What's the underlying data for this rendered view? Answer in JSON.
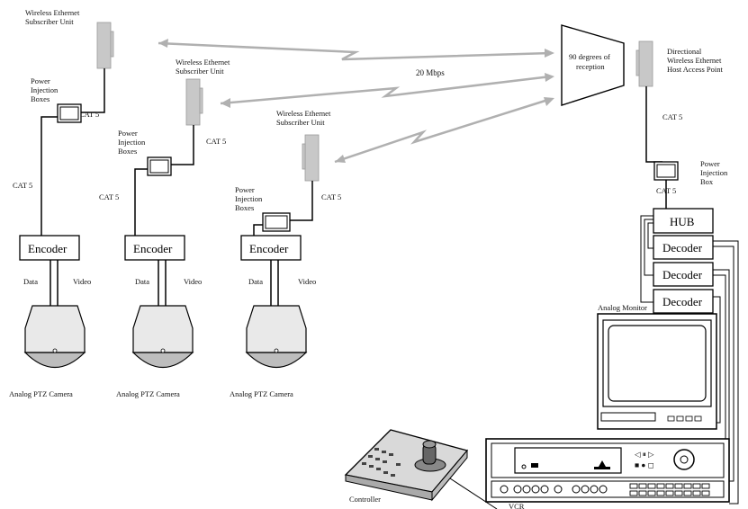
{
  "labels": {
    "subscriber_unit_1": [
      "Wireless Ethernet",
      "Subscriber Unit"
    ],
    "subscriber_unit_2": [
      "Wireless Ethernet",
      "Subscriber Unit"
    ],
    "subscriber_unit_3": [
      "Wireless Ethernet",
      "Subscriber Unit"
    ],
    "power_injection_1": [
      "Power",
      "Injection",
      "Boxes"
    ],
    "power_injection_2": [
      "Power",
      "Injection",
      "Boxes"
    ],
    "power_injection_3": [
      "Power",
      "Injection",
      "Boxes"
    ],
    "power_injection_host": [
      "Power",
      "Injection",
      "Box"
    ],
    "reception": [
      "90 degrees of",
      "reception"
    ],
    "host_access_point": [
      "Directional",
      "Wireless Ethernet",
      "Host Access Point"
    ],
    "bandwidth": "20 Mbps",
    "cat5": "CAT 5",
    "encoder": "Encoder",
    "data": "Data",
    "video": "Video",
    "camera": "Analog PTZ Camera",
    "hub": "HUB",
    "decoder": "Decoder",
    "analog_monitor": "Analog Monitor",
    "controller": "Controller",
    "vcr_label": "VCR"
  }
}
